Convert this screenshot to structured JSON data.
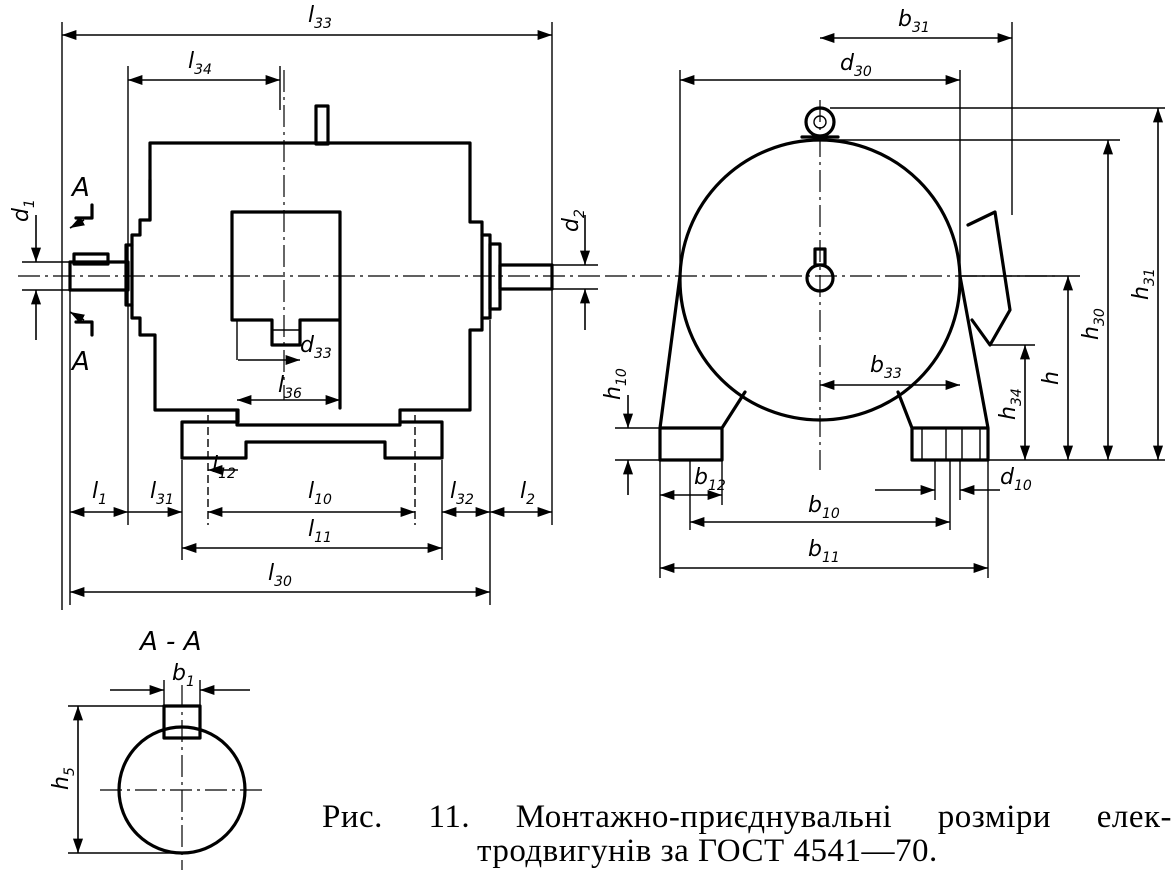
{
  "section_label": "A - A",
  "section_marker": "A",
  "caption": {
    "line1": "Рис. 11. Монтажно-приєднувальні розміри елек-",
    "line2": "тродвигунів за ГОСТ 4541—70."
  },
  "labels": {
    "l33": {
      "m": "l",
      "s": "33"
    },
    "l34": {
      "m": "l",
      "s": "34"
    },
    "d1": {
      "m": "d",
      "s": "1"
    },
    "d2": {
      "m": "d",
      "s": "2"
    },
    "d33": {
      "m": "d",
      "s": "33"
    },
    "l36": {
      "m": "l",
      "s": "36"
    },
    "l12": {
      "m": "l",
      "s": "12"
    },
    "l1": {
      "m": "l",
      "s": "1"
    },
    "l31": {
      "m": "l",
      "s": "31"
    },
    "l10": {
      "m": "l",
      "s": "10"
    },
    "l32": {
      "m": "l",
      "s": "32"
    },
    "l2": {
      "m": "l",
      "s": "2"
    },
    "l11": {
      "m": "l",
      "s": "11"
    },
    "l30": {
      "m": "l",
      "s": "30"
    },
    "b31": {
      "m": "b",
      "s": "31"
    },
    "d30": {
      "m": "d",
      "s": "30"
    },
    "h10": {
      "m": "h",
      "s": "10"
    },
    "b33": {
      "m": "b",
      "s": "33"
    },
    "h34": {
      "m": "h",
      "s": "34"
    },
    "h": {
      "m": "h",
      "s": ""
    },
    "h30": {
      "m": "h",
      "s": "30"
    },
    "h31": {
      "m": "h",
      "s": "31"
    },
    "b12": {
      "m": "b",
      "s": "12"
    },
    "d10": {
      "m": "d",
      "s": "10"
    },
    "b10": {
      "m": "b",
      "s": "10"
    },
    "b11": {
      "m": "b",
      "s": "11"
    },
    "b1": {
      "m": "b",
      "s": "1"
    },
    "h5": {
      "m": "h",
      "s": "5"
    }
  }
}
